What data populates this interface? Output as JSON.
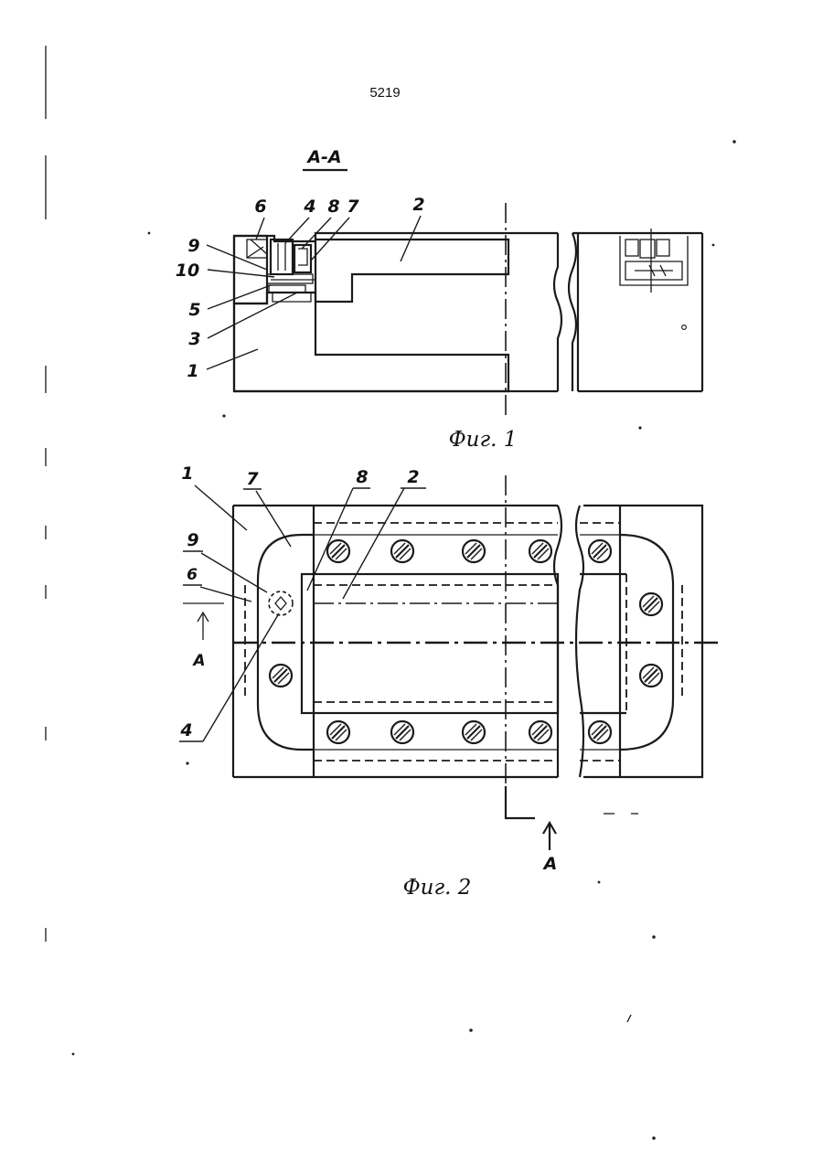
{
  "page_number": "5219",
  "fig1": {
    "section_label": "А-А",
    "caption": "Фиг. 1",
    "callouts": {
      "c1": "1",
      "c2": "2",
      "c3": "3",
      "c4": "4",
      "c5": "5",
      "c6": "6",
      "c7": "7",
      "c8": "8",
      "c9": "9",
      "c10": "10"
    }
  },
  "fig2": {
    "caption": "Фиг. 2",
    "callouts": {
      "c1": "1",
      "c2": "2",
      "c4": "4",
      "c6": "6",
      "c7": "7",
      "c8": "8",
      "c9": "9"
    },
    "cut_marker_left": "А",
    "cut_marker_bottom": "А"
  }
}
